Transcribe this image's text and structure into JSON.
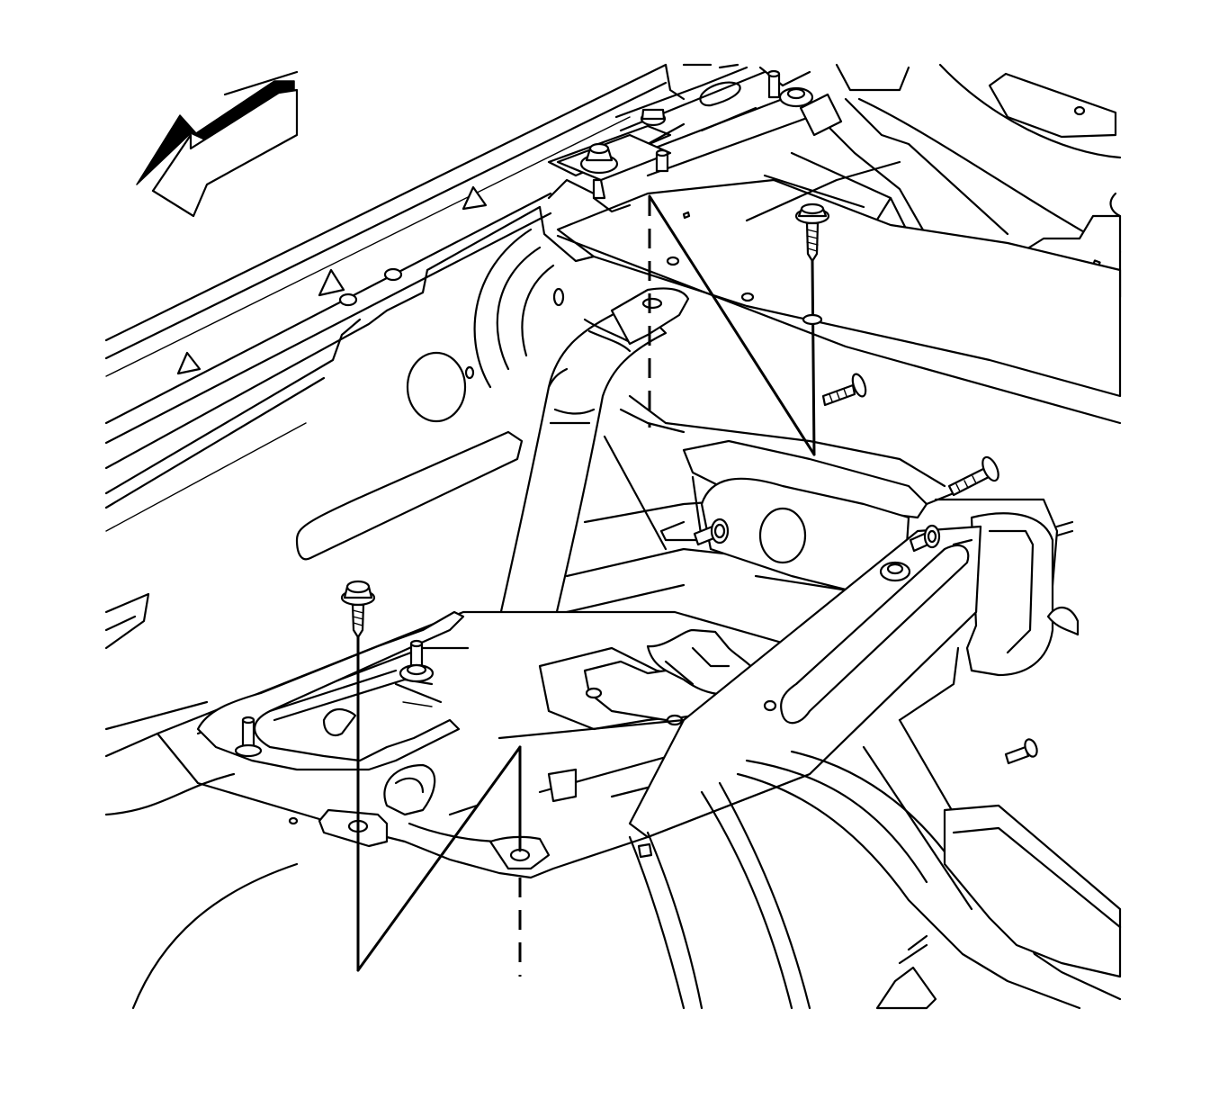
{
  "diagram": {
    "type": "line-art service illustration",
    "background": "#ffffff",
    "stroke_color": "#000000",
    "icons": {
      "direction_arrow": "forward-direction-arrow-icon",
      "fasteners": [
        "bolt-icon",
        "stud-icon",
        "nut-icon",
        "screw-icon"
      ]
    },
    "parts": [
      "brace-tube",
      "lower-bracket-plate",
      "upper-mounting-flange",
      "side-bracket-arm"
    ],
    "callouts": {
      "solid_leader_lines": 3,
      "dashed_alignment_lines": 2
    }
  }
}
